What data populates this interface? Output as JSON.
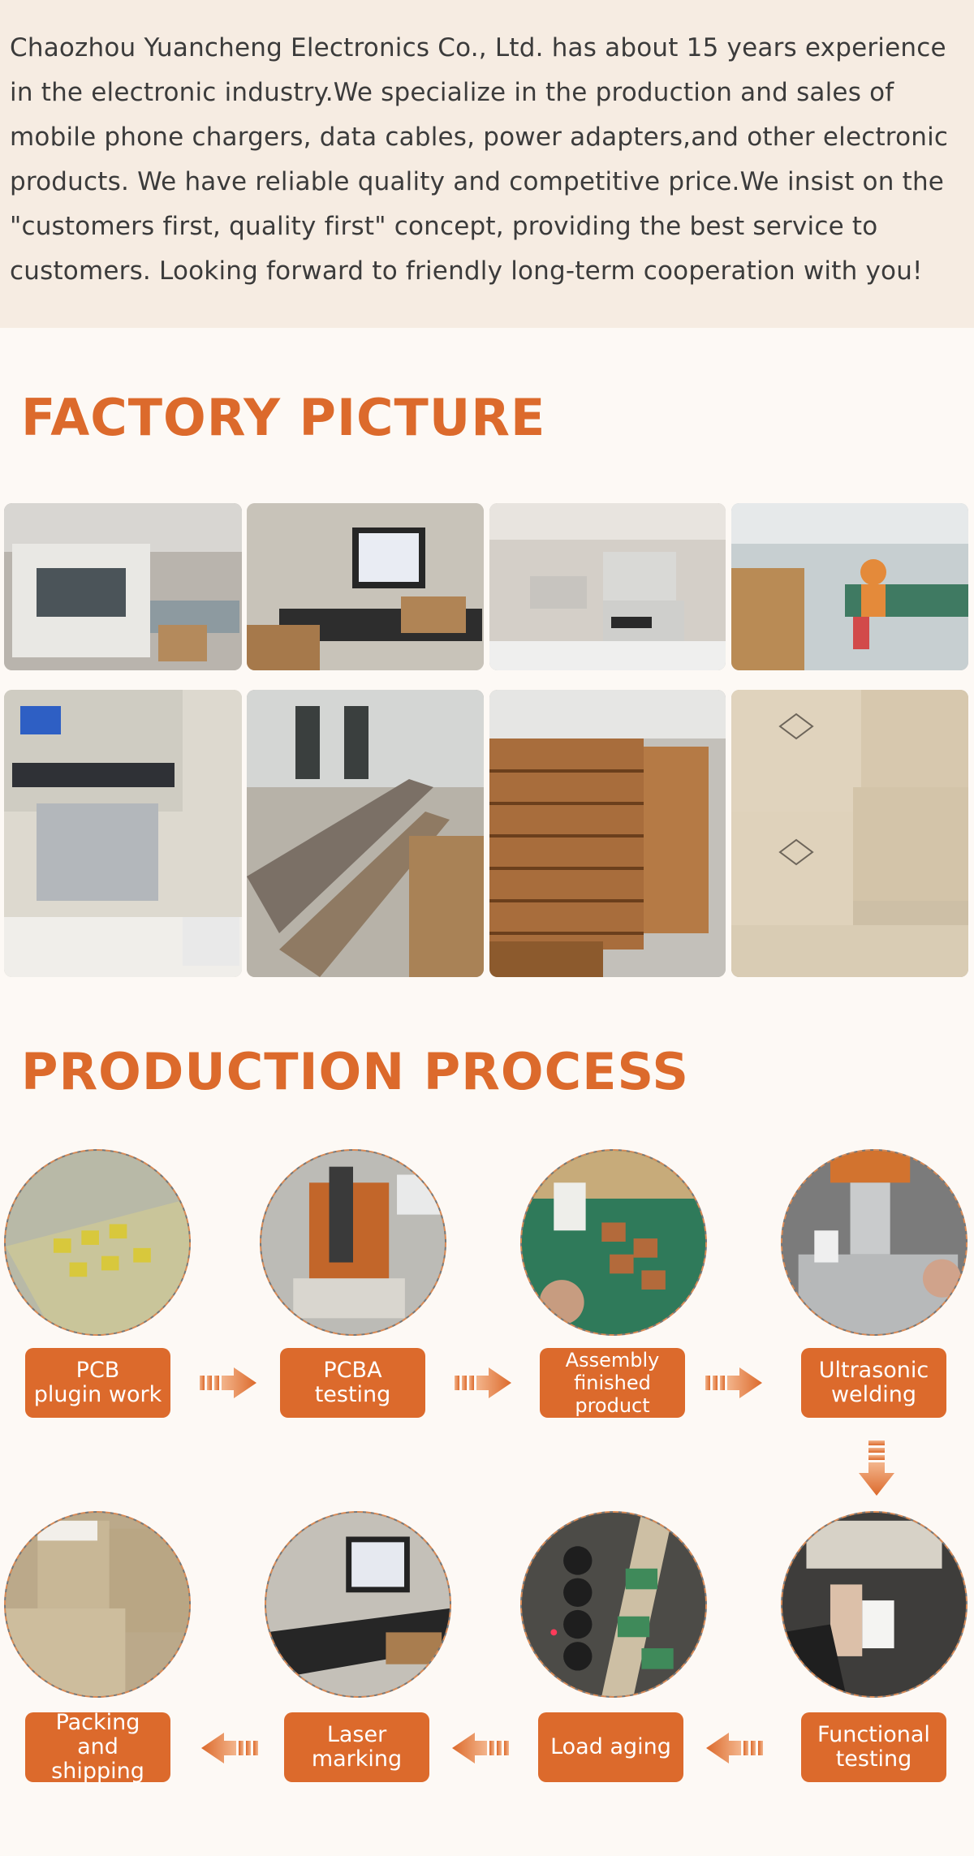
{
  "intro": {
    "text": "Chaozhou Yuancheng Electronics Co., Ltd. has about 15 years experience in the electronic industry.We specialize in the production and sales of mobile phone chargers, data cables, power adapters,and other electronic products. We have reliable quality and competitive price.We insist on the \"customers first, quality first\" concept, providing the best service to customers. Looking forward to friendly long-term cooperation with you!"
  },
  "factory": {
    "title": "FACTORY PICTURE"
  },
  "process": {
    "title": "PRODUCTION PROCESS",
    "steps": [
      {
        "label": "PCB\nplugin work"
      },
      {
        "label": "PCBA\ntesting"
      },
      {
        "label": "Assembly\nfinished product"
      },
      {
        "label": "Ultrasonic\nwelding"
      },
      {
        "label": "Functional\ntesting"
      },
      {
        "label": "Load aging"
      },
      {
        "label": "Laser\nmarking"
      },
      {
        "label": "Packing\nand shipping"
      }
    ]
  },
  "colors": {
    "accent": "#dc6a2c",
    "intro_bg": "#f6ece2",
    "page_bg": "#fdf9f5"
  }
}
